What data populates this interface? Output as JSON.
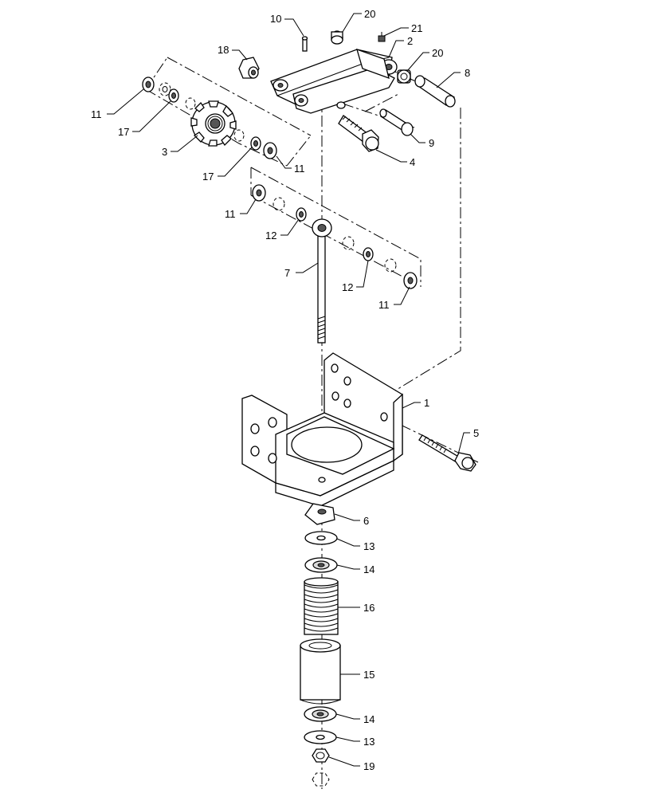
{
  "callouts": [
    {
      "id": "c10",
      "label": "10"
    },
    {
      "id": "c20a",
      "label": "20"
    },
    {
      "id": "c21",
      "label": "21"
    },
    {
      "id": "c18",
      "label": "18"
    },
    {
      "id": "c2",
      "label": "2"
    },
    {
      "id": "c20b",
      "label": "20"
    },
    {
      "id": "c8",
      "label": "8"
    },
    {
      "id": "c11a",
      "label": "11"
    },
    {
      "id": "c17a",
      "label": "17"
    },
    {
      "id": "c3",
      "label": "3"
    },
    {
      "id": "c9",
      "label": "9"
    },
    {
      "id": "c4",
      "label": "4"
    },
    {
      "id": "c17b",
      "label": "17"
    },
    {
      "id": "c11b",
      "label": "11"
    },
    {
      "id": "c11c",
      "label": "11"
    },
    {
      "id": "c12a",
      "label": "12"
    },
    {
      "id": "c7",
      "label": "7"
    },
    {
      "id": "c12b",
      "label": "12"
    },
    {
      "id": "c11d",
      "label": "11"
    },
    {
      "id": "c1",
      "label": "1"
    },
    {
      "id": "c5",
      "label": "5"
    },
    {
      "id": "c6",
      "label": "6"
    },
    {
      "id": "c13a",
      "label": "13"
    },
    {
      "id": "c14a",
      "label": "14"
    },
    {
      "id": "c16",
      "label": "16"
    },
    {
      "id": "c15",
      "label": "15"
    },
    {
      "id": "c14b",
      "label": "14"
    },
    {
      "id": "c13b",
      "label": "13"
    },
    {
      "id": "c19",
      "label": "19"
    }
  ]
}
